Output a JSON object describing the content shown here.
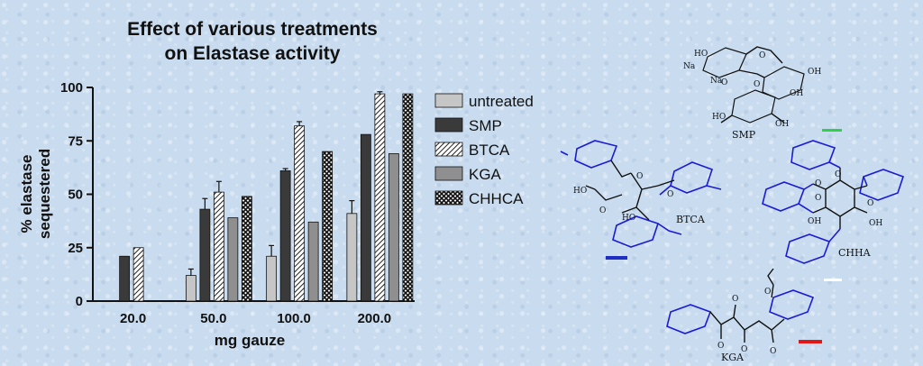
{
  "colors": {
    "untreated": "#c6c6c6",
    "SMP": "#3a3a3a",
    "KGA": "#8f8f8f",
    "blue_marker": "#1f2fc4",
    "green_marker": "#2fd14a",
    "red_marker": "#e01818",
    "white_marker": "#ffffff",
    "sugar_ring": "#1b1bd6"
  },
  "chart_data": {
    "type": "bar",
    "title": [
      "Effect of various treatments",
      "on Elastase activity"
    ],
    "xlabel": "mg gauze",
    "ylabel": [
      "% elastase",
      "sequestered"
    ],
    "categories": [
      "20.0",
      "50.0",
      "100.0",
      "200.0"
    ],
    "ylim": [
      0,
      100
    ],
    "yticks": [
      "0",
      "25",
      "50",
      "75",
      "100"
    ],
    "legend_position": "right",
    "series": [
      {
        "name": "untreated",
        "pattern": "solid-light",
        "values": [
          null,
          12,
          21,
          41
        ],
        "errors": [
          null,
          3,
          5,
          6
        ]
      },
      {
        "name": "SMP",
        "pattern": "solid-dark",
        "values": [
          21,
          43,
          61,
          78
        ],
        "errors": [
          null,
          5,
          1,
          null
        ]
      },
      {
        "name": "BTCA",
        "pattern": "diagonal",
        "values": [
          25,
          51,
          82,
          97
        ],
        "errors": [
          null,
          5,
          2,
          1
        ]
      },
      {
        "name": "KGA",
        "pattern": "solid-mid",
        "values": [
          null,
          39,
          37,
          69
        ],
        "errors": [
          null,
          null,
          null,
          null
        ]
      },
      {
        "name": "CHHCA",
        "pattern": "crosshatch",
        "values": [
          null,
          49,
          70,
          97
        ],
        "errors": [
          null,
          null,
          null,
          null
        ]
      }
    ]
  },
  "structures": {
    "smp": {
      "label": "SMP",
      "atoms": [
        "HO",
        "Na",
        "O",
        "Na",
        "O",
        "OH",
        "HO",
        "OH",
        "O",
        "OH"
      ]
    },
    "btca": {
      "label": "BTCA",
      "atoms": [
        "HO",
        "O",
        "O",
        "O",
        "HO"
      ]
    },
    "chha": {
      "label": "CHHA",
      "atoms": [
        "O",
        "O",
        "OH",
        "OH",
        "O",
        "O"
      ]
    },
    "kga": {
      "label": "KGA",
      "atoms": [
        "O",
        "O",
        "O",
        "O",
        "O"
      ]
    }
  }
}
